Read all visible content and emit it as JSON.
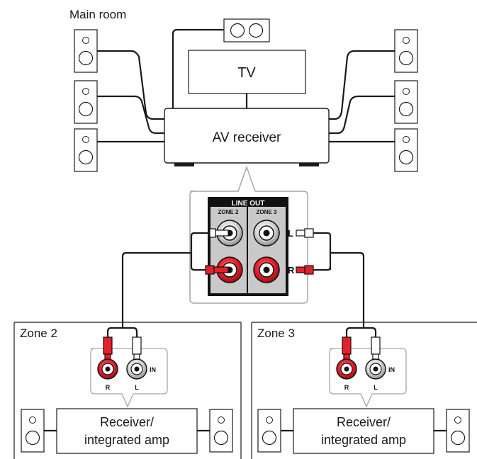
{
  "main_room": {
    "title": "Main room",
    "tv_label": "TV",
    "receiver_label": "AV receiver"
  },
  "panel": {
    "header": "LINE OUT",
    "zone2_col": "ZONE 2",
    "zone3_col": "ZONE 3",
    "left_marker": "L",
    "right_marker": "R"
  },
  "zone2": {
    "title": "Zone 2",
    "in_label": "IN",
    "r_label": "R",
    "l_label": "L",
    "amp_line1": "Receiver/",
    "amp_line2": "integrated amp"
  },
  "zone3": {
    "title": "Zone 3",
    "in_label": "IN",
    "r_label": "R",
    "l_label": "L",
    "amp_line1": "Receiver/",
    "amp_line2": "integrated amp"
  },
  "colors": {
    "red": "#e5202a",
    "panel_gray": "#bdbdbd",
    "line": "#1a1a1a"
  }
}
